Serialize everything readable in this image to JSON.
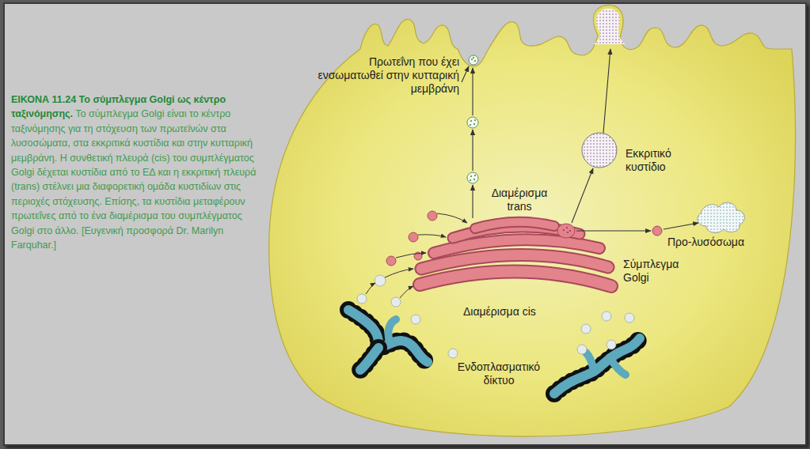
{
  "diagram": {
    "title": "ΕΙΚΟΝΑ 11.24 Το σύμπλεγμα Golgi ως κέντρο ταξινόμησης.",
    "caption": "Το σύμπλεγμα Golgi είναι το κέντρο ταξινόμησης για τη στόχευση των πρωτεϊνών στα λυσοσώματα, στα εκκριτικά κυστίδια και στην κυτταρική μεμβράνη. Η συνθετική πλευρά (cis) του συμπλέγματος Golgi δέχεται κυστίδια από το ΕΔ και η εκκριτική πλευρά (trans) στέλνει μια διαφορετική ομάδα κυστιδίων στις περιοχές στόχευσης. Επίσης, τα κυστίδια μεταφέρουν πρωτεΐνες από το ένα διαμέρισμα του συμπλέγματος Golgi στο άλλο. [Ευγενική προσφορά Dr. Marilyn Farquhar.]",
    "labels": [
      "Πρωτεΐνη που έχει ενσωματωθεί στην κυτταρική μεμβράνη",
      "Εκκριτικό κυστίδιο",
      "Διαμέρισμα trans",
      "Προ-λυσόσωμα",
      "Σύμπλεγμα Golgi",
      "Διαμέρισμα cis",
      "Ενδοπλασματικό δίκτυο"
    ]
  }
}
